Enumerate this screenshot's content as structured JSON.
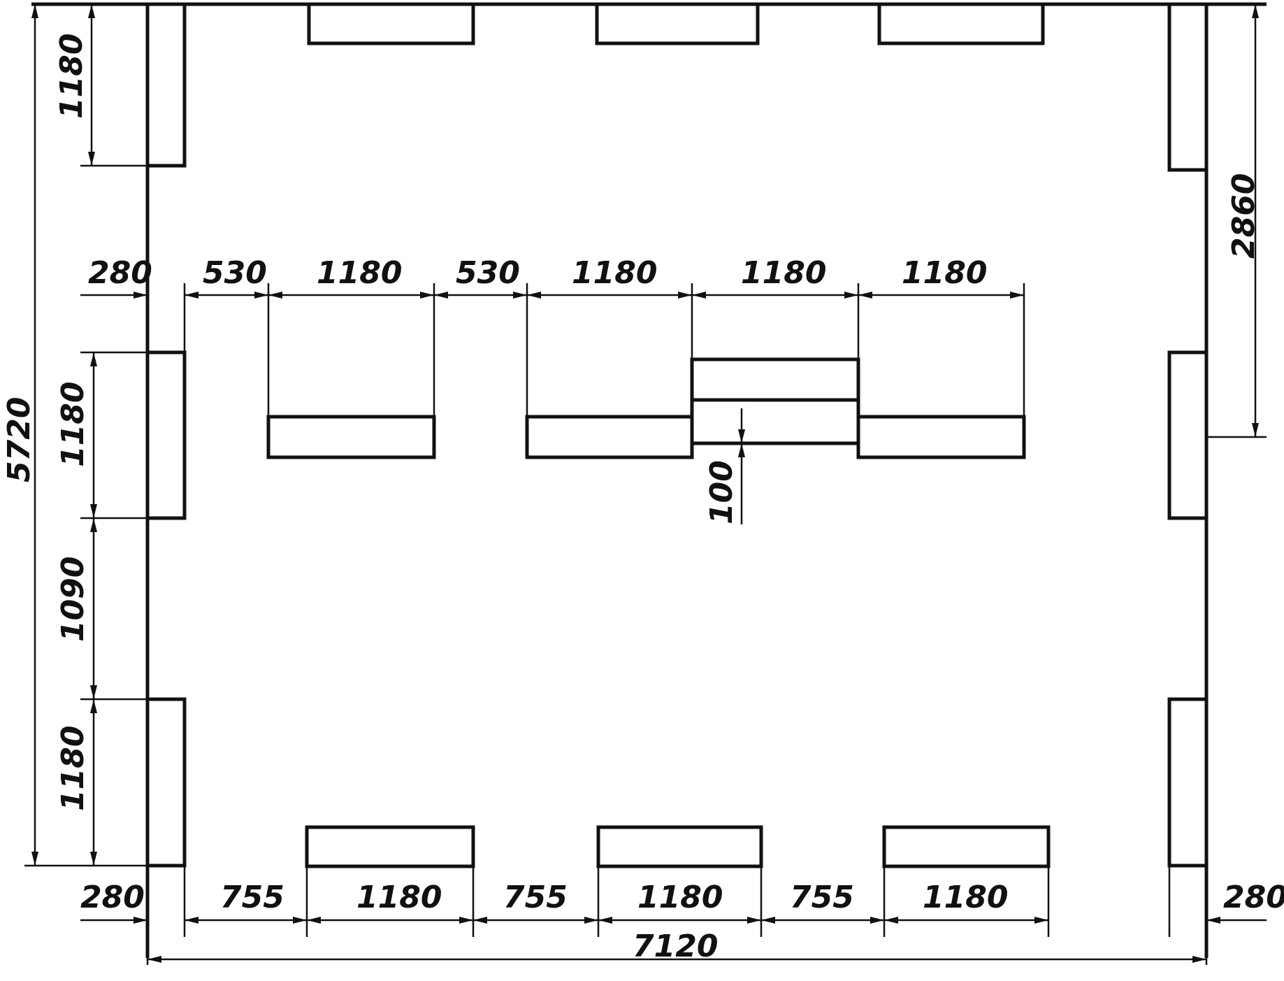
{
  "colors": {
    "ink": "#111111",
    "background": "#ffffff"
  },
  "dimensions": {
    "top_left_280": "280",
    "top_gap_1": "530",
    "top_desk_1": "1180",
    "top_gap_2": "530",
    "top_desk_2": "1180",
    "top_desk_3": "1180",
    "top_desk_4": "1180",
    "left_upper_window": "1180",
    "left_middle_window": "1180",
    "left_pier": "1090",
    "left_lower_window": "1180",
    "total_height": "5720",
    "right_row_offset": "2860",
    "step_offset": "100",
    "bottom_left_280": "280",
    "bottom_gap_1": "755",
    "bottom_desk_1": "1180",
    "bottom_gap_2": "755",
    "bottom_desk_2": "1180",
    "bottom_gap_3": "755",
    "bottom_desk_3": "1180",
    "bottom_right_280": "280",
    "total_width": "7120"
  }
}
